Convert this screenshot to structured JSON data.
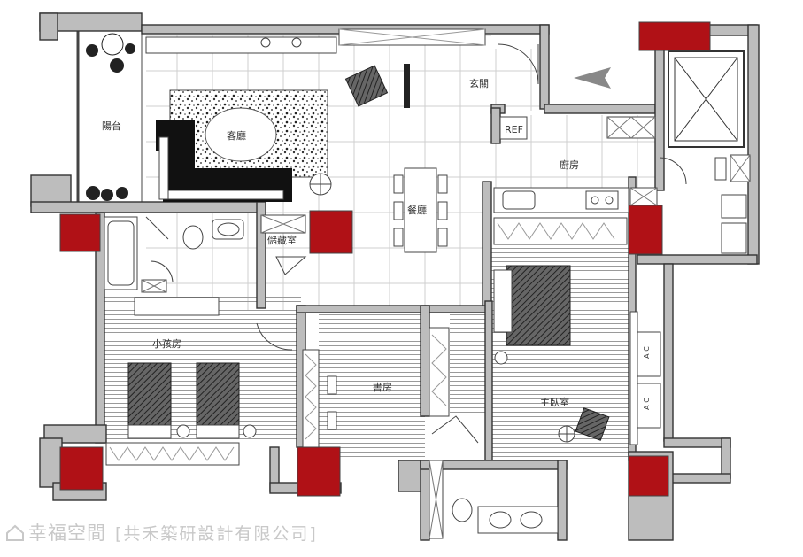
{
  "rooms": {
    "balcony": "陽台",
    "living": "客廳",
    "entry": "玄關",
    "kitchen": "廚房",
    "dining": "餐廳",
    "storage": "儲藏室",
    "kids": "小孩房",
    "study": "書房",
    "master": "主臥室"
  },
  "fridge_label": "REF",
  "ac_label": "A C",
  "watermark": {
    "brand": "幸福空間",
    "company": "[共禾築研設計有限公司]"
  },
  "colors": {
    "column": "#b01116",
    "wall": "#bdbdbd"
  }
}
